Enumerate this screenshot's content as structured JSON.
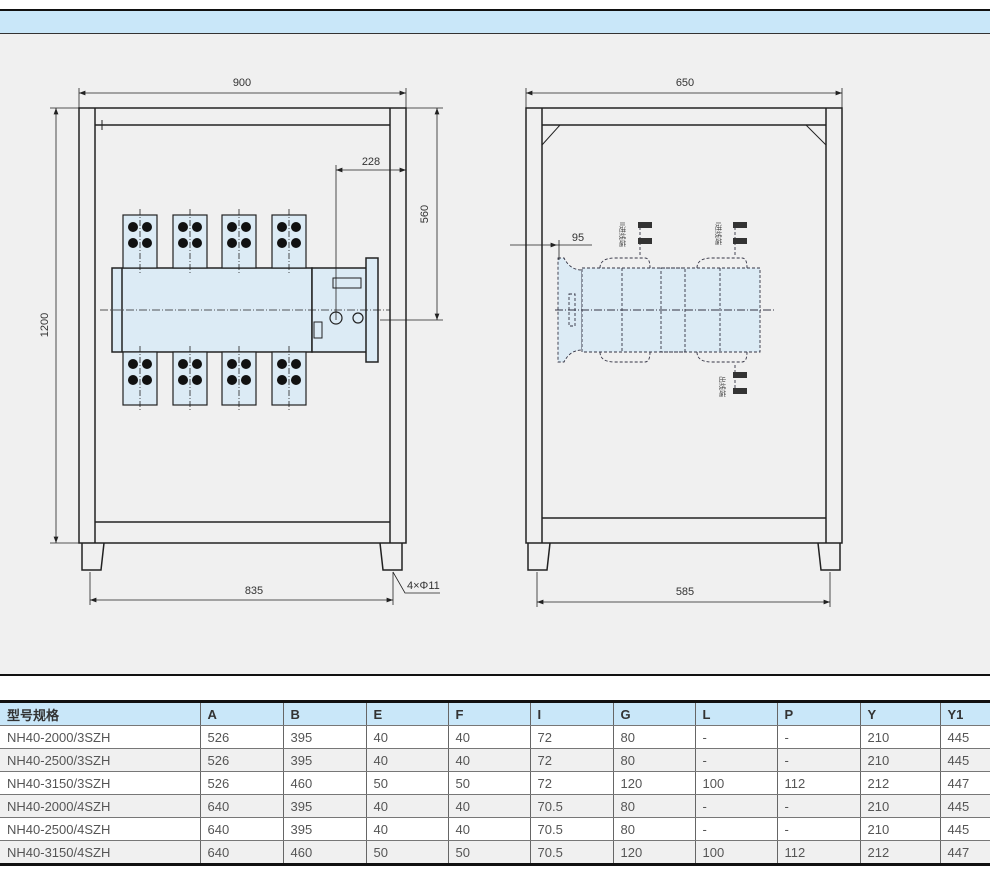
{
  "drawing": {
    "front_view": {
      "width_dim": "900",
      "height_dim": "1200",
      "dim_560": "560",
      "dim_228": "228",
      "foot_spacing": "835",
      "hole_note": "4×Φ11"
    },
    "side_view": {
      "depth_dim": "650",
      "foot_spacing": "585",
      "dim_95": "95",
      "label_incoming_2": "II进线端",
      "label_incoming_1": "I进线端",
      "label_outgoing": "出线端"
    }
  },
  "table": {
    "headers": [
      "型号规格",
      "A",
      "B",
      "E",
      "F",
      "I",
      "G",
      "L",
      "P",
      "Y",
      "Y1"
    ],
    "rows": [
      [
        "NH40-2000/3SZH",
        "526",
        "395",
        "40",
        "40",
        "72",
        "80",
        "-",
        "-",
        "210",
        "445"
      ],
      [
        "NH40-2500/3SZH",
        "526",
        "395",
        "40",
        "40",
        "72",
        "80",
        "-",
        "-",
        "210",
        "445"
      ],
      [
        "NH40-3150/3SZH",
        "526",
        "460",
        "50",
        "50",
        "72",
        "120",
        "100",
        "112",
        "212",
        "447"
      ],
      [
        "NH40-2000/4SZH",
        "640",
        "395",
        "40",
        "40",
        "70.5",
        "80",
        "-",
        "-",
        "210",
        "445"
      ],
      [
        "NH40-2500/4SZH",
        "640",
        "395",
        "40",
        "40",
        "70.5",
        "80",
        "-",
        "-",
        "210",
        "445"
      ],
      [
        "NH40-3150/4SZH",
        "640",
        "460",
        "50",
        "50",
        "70.5",
        "120",
        "100",
        "112",
        "212",
        "447"
      ]
    ]
  }
}
